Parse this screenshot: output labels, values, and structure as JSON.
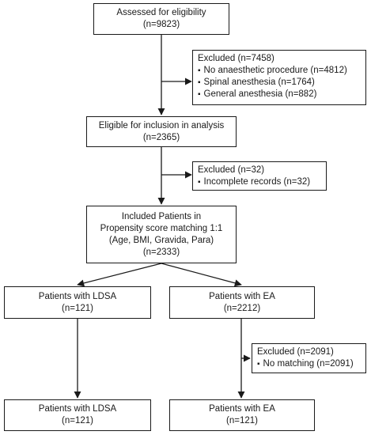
{
  "nodes": {
    "assessed": {
      "lines": [
        "Assessed for eligibility",
        "(n=9823)"
      ]
    },
    "excluded1": {
      "title": "Excluded (n=7458)",
      "bullets": [
        "No anaesthetic procedure (n=4812)",
        "Spinal anesthesia (n=1764)",
        "General anesthesia (n=882)"
      ]
    },
    "eligible": {
      "lines": [
        "Eligible for inclusion in analysis",
        "(n=2365)"
      ]
    },
    "excluded2": {
      "title": "Excluded (n=32)",
      "bullets": [
        "Incomplete records (n=32)"
      ]
    },
    "included": {
      "lines": [
        "Included Patients in",
        "Propensity score matching 1:1",
        "(Age, BMI, Gravida, Para)",
        "(n=2333)"
      ]
    },
    "ldsa1": {
      "lines": [
        "Patients with LDSA",
        "(n=121)"
      ]
    },
    "ea1": {
      "lines": [
        "Patients with EA",
        "(n=2212)"
      ]
    },
    "excluded3": {
      "title": "Excluded (n=2091)",
      "bullets": [
        "No matching (n=2091)"
      ]
    },
    "ldsa2": {
      "lines": [
        "Patients with LDSA",
        "(n=121)"
      ]
    },
    "ea2": {
      "lines": [
        "Patients with EA",
        "(n=121)"
      ]
    }
  },
  "colors": {
    "stroke": "#1a1a1a",
    "background": "#ffffff",
    "text": "#1a1a1a"
  }
}
